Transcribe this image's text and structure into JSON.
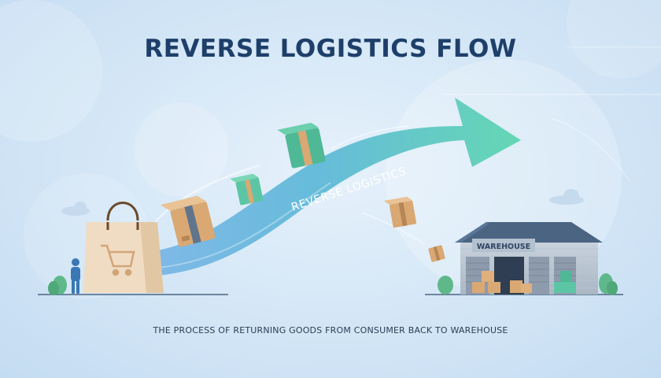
{
  "title": "REVERSE LOGISTICS FLOW",
  "arrow_label": "REVERSE LOGISTICS",
  "warehouse_label": "WAREHOUSE",
  "subtitle": "THE PROCESS OF RETURNING GOODS FROM CONSUMER BACK TO WAREHOUSE",
  "colors": {
    "title": "#1e3f6a",
    "arrow_start": "#6fb0e4",
    "arrow_end": "#5ed6b0",
    "box_tan": "#d9a873",
    "box_teal": "#5cc6a4",
    "roof": "#4a6482",
    "bag": "#f0dcc2",
    "person": "#3a78b5"
  },
  "icons": [
    "shopping-bag-icon",
    "cart-icon",
    "person-icon",
    "package-icon",
    "warehouse-icon",
    "cloud-icon",
    "plant-icon"
  ]
}
